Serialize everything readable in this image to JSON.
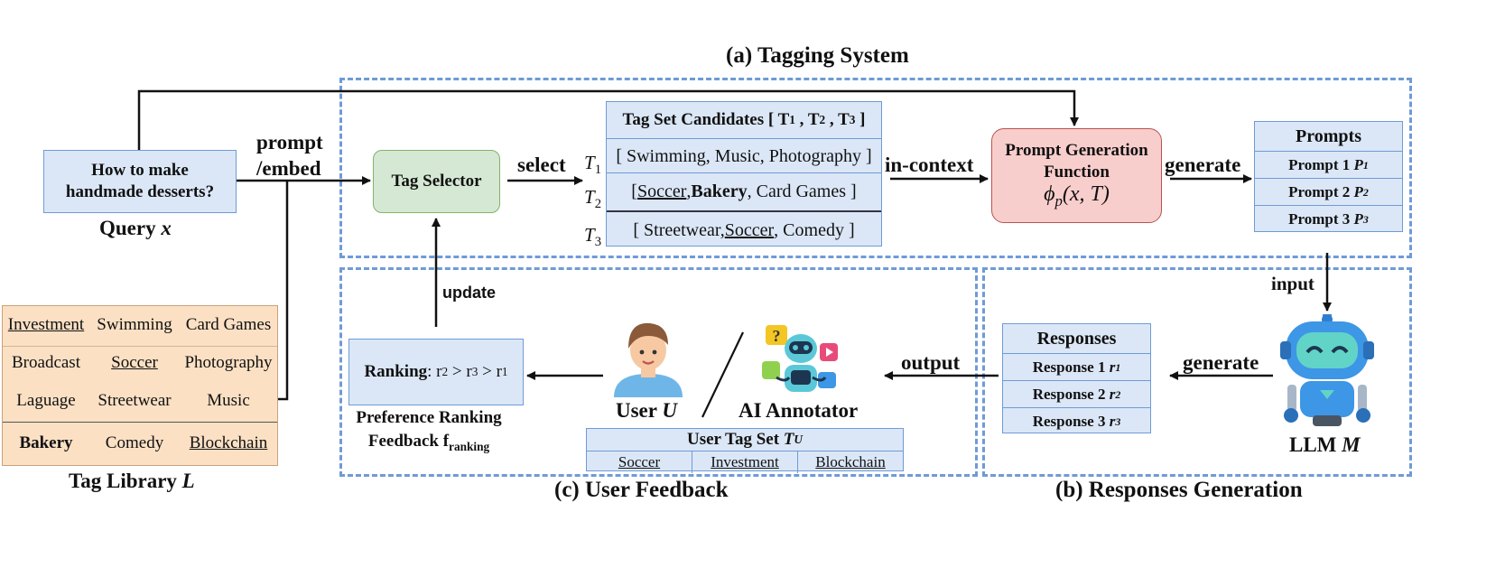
{
  "sections": {
    "tagging": "(a) Tagging System",
    "responses": "(b) Responses Generation",
    "feedback": "(c) User Feedback"
  },
  "query": {
    "line1": "How to make",
    "line2": "handmade desserts?",
    "label": "Query",
    "var": "x"
  },
  "arrows": {
    "prompt": "prompt",
    "embed": "/embed",
    "select": "select",
    "in_context": "in-context",
    "generate1": "generate",
    "input": "input",
    "generate2": "generate",
    "output": "output",
    "update": "update"
  },
  "tag_selector": "Tag Selector",
  "candidates": {
    "title": "Tag Set Candidates [ T",
    "t1_label": "T",
    "t1_sub": "1",
    "t2_label": "T",
    "t2_sub": "2",
    "t3_label": "T",
    "t3_sub": "3",
    "t1": "[ Swimming, Music, Photography ]",
    "t2_pre": "[ ",
    "t2_a": "Soccer",
    "t2_sep": ", ",
    "t2_b": "Bakery",
    "t2_post": ", Card Games ]",
    "t3_pre": "[ Streetwear, ",
    "t3_a": "Soccer",
    "t3_post": ", Comedy ]"
  },
  "prompt_gen": {
    "line1": "Prompt Generation",
    "line2": "Function",
    "formula": "ϕ",
    "formula_sub": "p",
    "formula_args": "(x, T)"
  },
  "prompts": {
    "title": "Prompts",
    "items": [
      "Prompt 1",
      "Prompt 2",
      "Prompt 3"
    ],
    "vars": [
      "P",
      "P",
      "P"
    ],
    "subs": [
      "1",
      "2",
      "3"
    ]
  },
  "responses": {
    "title": "Responses",
    "items": [
      "Response 1",
      "Response 2",
      "Response 3"
    ],
    "vars": [
      "r",
      "r",
      "r"
    ],
    "subs": [
      "1",
      "2",
      "3"
    ]
  },
  "llm": {
    "label": "LLM",
    "var": "M"
  },
  "user": {
    "label": "User",
    "var": "U"
  },
  "annotator": "AI Annotator",
  "user_tags": {
    "title": "User Tag Set",
    "var": "T",
    "sub": "U",
    "items": [
      "Soccer",
      "Investment",
      "Blockchain"
    ]
  },
  "ranking": {
    "label": "Ranking",
    "expr": ": r",
    "caption1": "Preference Ranking",
    "caption2": "Feedback f",
    "caption2_sub": "ranking"
  },
  "library": {
    "label": "Tag Library",
    "var": "L",
    "rows": [
      [
        "Investment",
        "Swimming",
        "Card Games"
      ],
      [
        "Broadcast",
        "Soccer",
        "Photography"
      ],
      [
        "Laguage",
        "Streetwear",
        "Music"
      ],
      [
        "Bakery",
        "Comedy",
        "Blockchain"
      ]
    ]
  },
  "colors": {
    "blue_fill": "#dbe7f7",
    "blue_border": "#6f9bd6",
    "green_fill": "#d5e8d4",
    "green_border": "#82b366",
    "red_fill": "#f8cecc",
    "red_border": "#b85450",
    "tan_fill": "#fbe0c4",
    "tan_border": "#c9a27a"
  }
}
